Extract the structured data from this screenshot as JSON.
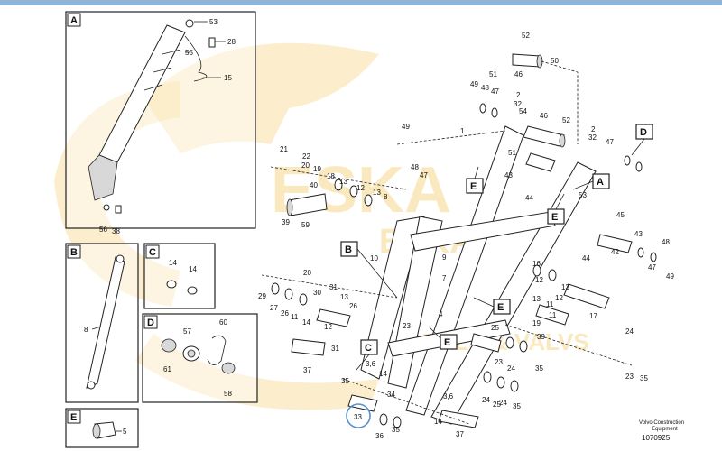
{
  "watermark": {
    "brand": "ESKA",
    "brand_repeat": "ESKA",
    "tagline": "SEALS & VALVS"
  },
  "inset_boxes": {
    "A": {
      "letter": "A",
      "labels": [
        "53",
        "28",
        "55",
        "15",
        "56",
        "38"
      ]
    },
    "B": {
      "letter": "B",
      "labels": [
        "8"
      ]
    },
    "C": {
      "letter": "C",
      "labels": [
        "14",
        "14"
      ]
    },
    "D": {
      "letter": "D",
      "labels": [
        "57",
        "60",
        "61",
        "58"
      ]
    },
    "E": {
      "letter": "E",
      "labels": [
        "5"
      ]
    }
  },
  "callouts": [
    "A",
    "B",
    "C",
    "D",
    "E",
    "E",
    "E",
    "E",
    "E"
  ],
  "part_labels": {
    "top": [
      "52",
      "51",
      "46",
      "50",
      "49",
      "48",
      "47",
      "2",
      "32",
      "54",
      "46",
      "52",
      "2",
      "32",
      "47"
    ],
    "left_upper": [
      "49",
      "48",
      "47",
      "21",
      "22",
      "20",
      "19",
      "18",
      "13",
      "12",
      "13",
      "8",
      "40",
      "39",
      "59",
      "1",
      "51",
      "43",
      "44",
      "53"
    ],
    "right_mid": [
      "45",
      "43",
      "48",
      "42",
      "47",
      "49",
      "44",
      "16",
      "13",
      "11",
      "12",
      "13",
      "17",
      "24",
      "19",
      "39",
      "11",
      "12"
    ],
    "lower": [
      "20",
      "29",
      "27",
      "26",
      "11",
      "14",
      "30",
      "31",
      "13",
      "26",
      "12",
      "10",
      "9",
      "7",
      "4",
      "23",
      "25",
      "31",
      "37",
      "3,6",
      "14",
      "35",
      "23",
      "24",
      "35",
      "23",
      "35"
    ],
    "bottom": [
      "34",
      "33",
      "36",
      "35",
      "3,6",
      "14",
      "37",
      "24",
      "25",
      "24",
      "35"
    ]
  },
  "footer": {
    "line1": "Volvo Construction",
    "line2": "Equipment",
    "number": "1070925"
  }
}
